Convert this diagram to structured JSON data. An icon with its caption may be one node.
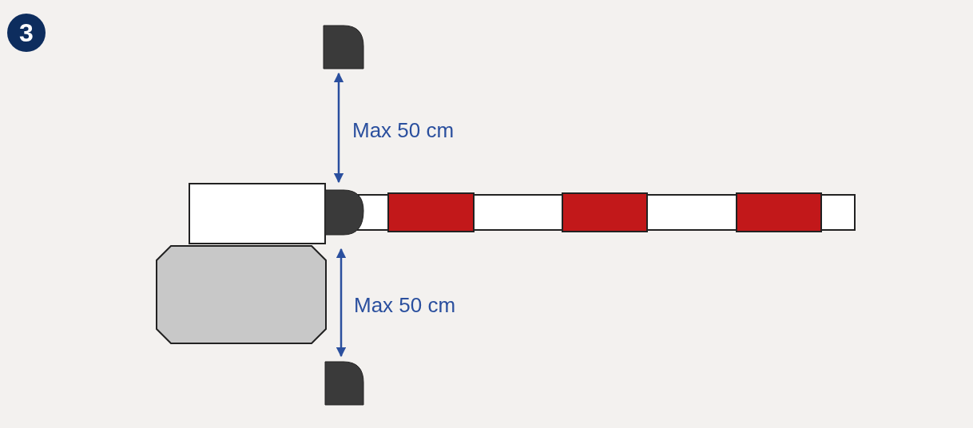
{
  "diagram": {
    "labels": [
      "3",
      "Max 50 cm",
      "Max 50 cm"
    ]
  }
}
